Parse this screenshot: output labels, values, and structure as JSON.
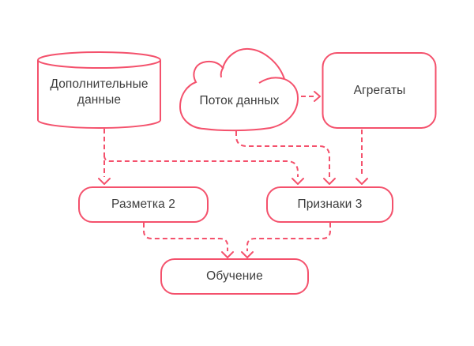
{
  "diagram": {
    "colors": {
      "accent": "#F4516C",
      "text": "#3C3C3C",
      "background": "#FFFFFF"
    },
    "nodes": [
      {
        "id": "additional-data",
        "shape": "cylinder",
        "label": "Дополнительные данные"
      },
      {
        "id": "data-stream",
        "shape": "cloud",
        "label": "Поток данных"
      },
      {
        "id": "aggregates",
        "shape": "rounded-rect",
        "label": "Агрегаты"
      },
      {
        "id": "markup",
        "shape": "rounded-rect",
        "label": "Разметка 2"
      },
      {
        "id": "features",
        "shape": "rounded-rect",
        "label": "Признаки 3"
      },
      {
        "id": "training",
        "shape": "rounded-rect",
        "label": "Обучение"
      }
    ],
    "edges": [
      {
        "from": "data-stream",
        "to": "aggregates",
        "style": "dashed-arrow"
      },
      {
        "from": "additional-data",
        "to": "markup",
        "style": "dashed-arrow"
      },
      {
        "from": "additional-data",
        "to": "features",
        "style": "dashed-arrow"
      },
      {
        "from": "data-stream",
        "to": "features",
        "style": "dashed-arrow"
      },
      {
        "from": "aggregates",
        "to": "features",
        "style": "dashed-arrow"
      },
      {
        "from": "markup",
        "to": "training",
        "style": "dashed-arrow"
      },
      {
        "from": "features",
        "to": "training",
        "style": "dashed-arrow"
      }
    ]
  }
}
